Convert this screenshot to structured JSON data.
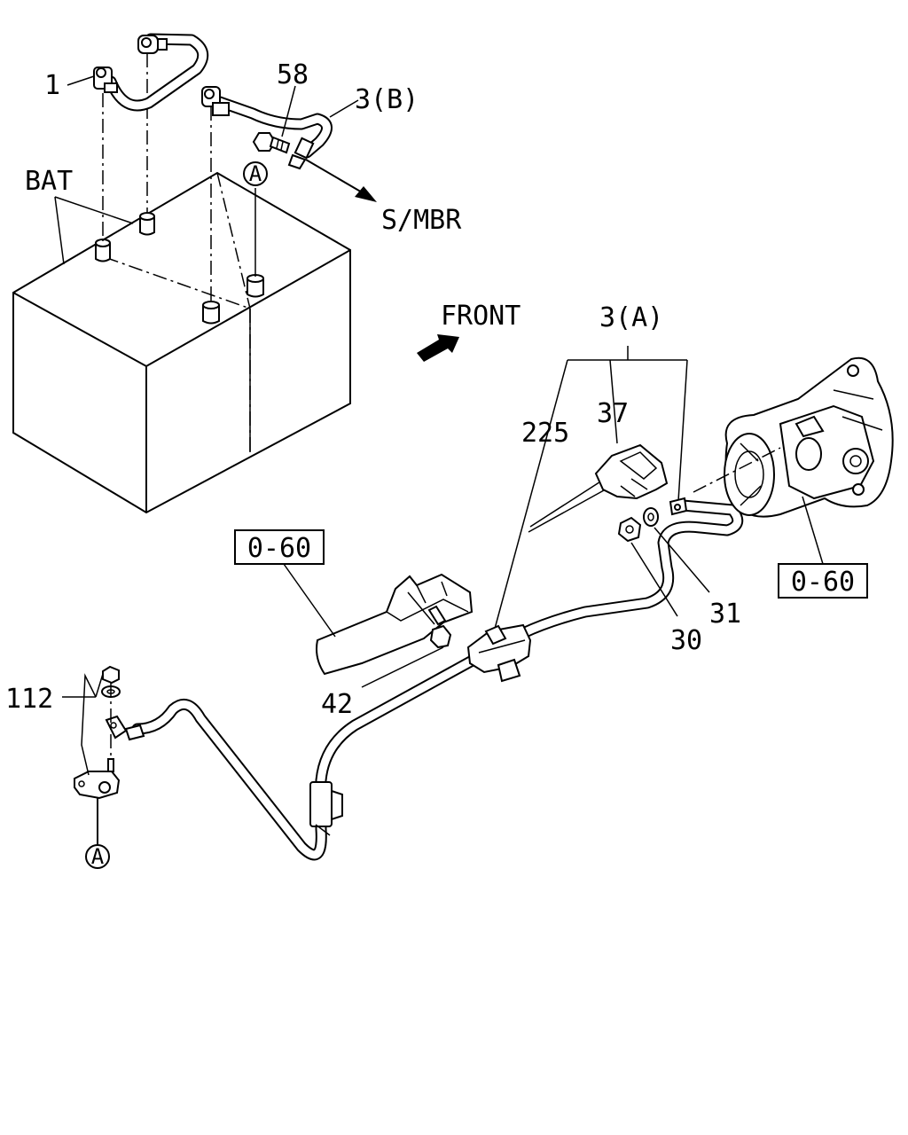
{
  "labels": {
    "part_1": "1",
    "part_58": "58",
    "part_3b": "3(B)",
    "bat": "BAT",
    "smbr": "S/MBR",
    "front": "FRONT",
    "part_3a": "3(A)",
    "part_37": "37",
    "part_225": "225",
    "part_31": "31",
    "part_30": "30",
    "part_42": "42",
    "part_112": "112",
    "ref_a": "A"
  },
  "boxes": {
    "ref_060_left": "0-60",
    "ref_060_right": "0-60"
  },
  "icons": [
    "front-arrow-icon",
    "circle-a-icon"
  ]
}
